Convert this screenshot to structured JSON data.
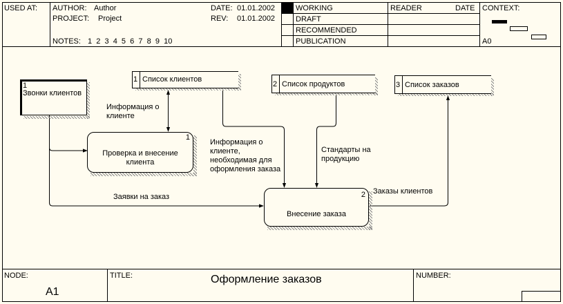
{
  "header": {
    "used_at_label": "USED AT:",
    "author_label": "AUTHOR:",
    "author": "Author",
    "project_label": "PROJECT:",
    "project": "Project",
    "notes_label": "NOTES:",
    "notes": "1  2  3  4  5  6  7  8  9  10",
    "date_label": "DATE:",
    "date": "01.01.2002",
    "rev_label": "REV:",
    "rev": "01.01.2002",
    "status": [
      "WORKING",
      "DRAFT",
      "RECOMMENDED",
      "PUBLICATION"
    ],
    "reader_label": "READER",
    "reader_date_label": "DATE",
    "context_label": "CONTEXT:",
    "context_node": "A0"
  },
  "diagram": {
    "external": {
      "number": "1",
      "label": "Звонки клиентов"
    },
    "stores": [
      {
        "number": "1",
        "label": "Список клиентов"
      },
      {
        "number": "2",
        "label": "Список продуктов"
      },
      {
        "number": "3",
        "label": "Список заказов"
      }
    ],
    "processes": [
      {
        "number": "1",
        "label": "Проверка и внесение клиента"
      },
      {
        "number": "2",
        "label": "Внесение заказа"
      }
    ],
    "flows": {
      "client_info": "Информация о клиенте",
      "client_info_for_order": "Информация о клиенте, необходимая для оформления заказа",
      "product_standards": "Стандарты на продукцию",
      "order_requests": "Заявки на заказ",
      "client_orders": "Заказы клиентов"
    }
  },
  "footer": {
    "node_label": "NODE:",
    "node": "A1",
    "title_label": "TITLE:",
    "title": "Оформление заказов",
    "number_label": "NUMBER:"
  }
}
